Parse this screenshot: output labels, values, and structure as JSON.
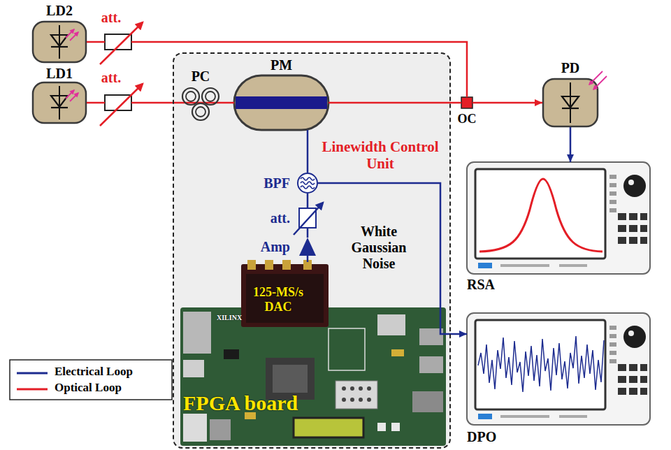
{
  "diagram": {
    "nodes": [
      {
        "text": [
          "LD2"
        ]
      },
      {
        "text": [
          "LD1"
        ]
      },
      {
        "text": [
          "att."
        ]
      },
      {
        "text": [
          "att."
        ]
      },
      {
        "text": [
          "Linewidth Control Unit"
        ]
      },
      {
        "text": [
          "PC"
        ],
        "in": 4
      },
      {
        "text": [
          "PM"
        ],
        "in": 4
      },
      {
        "text": [
          "BPF"
        ],
        "in": 4
      },
      {
        "text": [
          "att."
        ],
        "in": 4
      },
      {
        "text": [
          "Amp"
        ],
        "in": 4
      },
      {
        "text": [
          "125-MS/s DAC"
        ],
        "in": 4
      },
      {
        "text": [
          "FPGA board"
        ],
        "in": 4
      },
      {
        "text": [
          "OC"
        ]
      },
      {
        "text": [
          "PD"
        ]
      },
      {
        "text": [
          "RSA"
        ]
      },
      {
        "text": [
          "DPO"
        ]
      }
    ],
    "edges": [
      {
        "from": 0,
        "to": 2,
        "arrow": "none"
      },
      {
        "from": 2,
        "to": 12,
        "arrow": "none"
      },
      {
        "from": 1,
        "to": 3,
        "arrow": "none"
      },
      {
        "from": 3,
        "to": 5,
        "arrow": "none"
      },
      {
        "from": 5,
        "to": 6,
        "arrow": "none"
      },
      {
        "from": 6,
        "to": 12,
        "arrow": "none"
      },
      {
        "from": 12,
        "to": 13,
        "arrow": "to"
      },
      {
        "from": 13,
        "to": 14,
        "arrow": "to"
      },
      {
        "from": 10,
        "to": 9,
        "arrow": "none"
      },
      {
        "from": 9,
        "to": 8,
        "arrow": "none"
      },
      {
        "from": 8,
        "to": 7,
        "arrow": "none"
      },
      {
        "from": 7,
        "to": 6,
        "arrow": "none"
      },
      {
        "from": 7,
        "to": 15,
        "arrow": "to"
      }
    ],
    "labels": [
      "White Gaussian Noise",
      "XILINX"
    ],
    "legend": [
      {
        "text": "Electrical Loop"
      },
      {
        "text": "Optical Loop"
      }
    ]
  }
}
